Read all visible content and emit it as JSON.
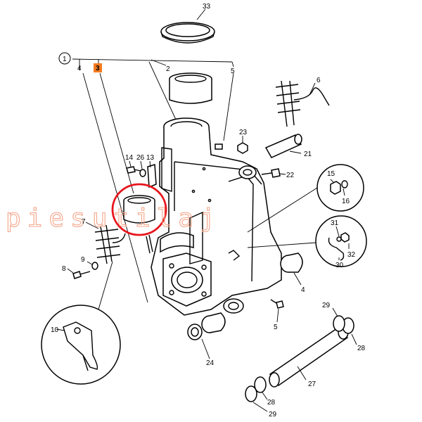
{
  "watermark": "piesutilaj",
  "highlight_color": "#f47b20",
  "marker_color": "#e8141c",
  "callouts": {
    "c1": "1",
    "c2": "2",
    "c3": "3",
    "c4a": "4",
    "c4b": "4",
    "c5a": "5",
    "c5b": "5",
    "c6": "6",
    "c7": "7",
    "c8": "8",
    "c9": "9",
    "c10": "10",
    "c13": "13",
    "c14": "14",
    "c15": "15",
    "c16": "16",
    "c21": "21",
    "c22": "22",
    "c23": "23",
    "c24": "24",
    "c26": "26",
    "c27": "27",
    "c28a": "28",
    "c28b": "28",
    "c29a": "29",
    "c29b": "29",
    "c30": "30",
    "c31": "31",
    "c32": "32",
    "c33": "33"
  }
}
